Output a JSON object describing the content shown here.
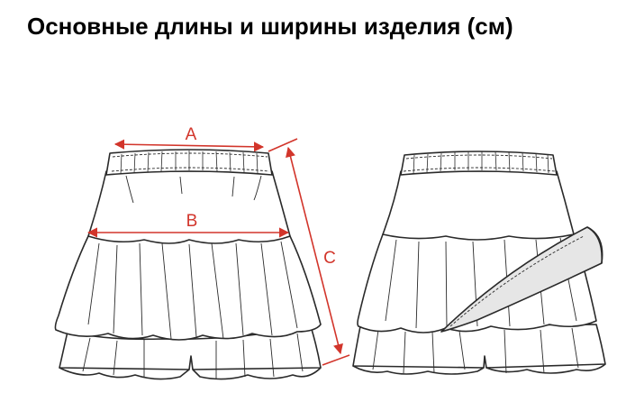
{
  "title": "Основные длины и ширины изделия (см)",
  "labels": {
    "a": "A",
    "b": "B",
    "c": "C"
  },
  "colors": {
    "measure": "#d2352b",
    "outline": "#2a2a2a",
    "fill": "#ffffff",
    "shade": "#e6e6e6"
  }
}
